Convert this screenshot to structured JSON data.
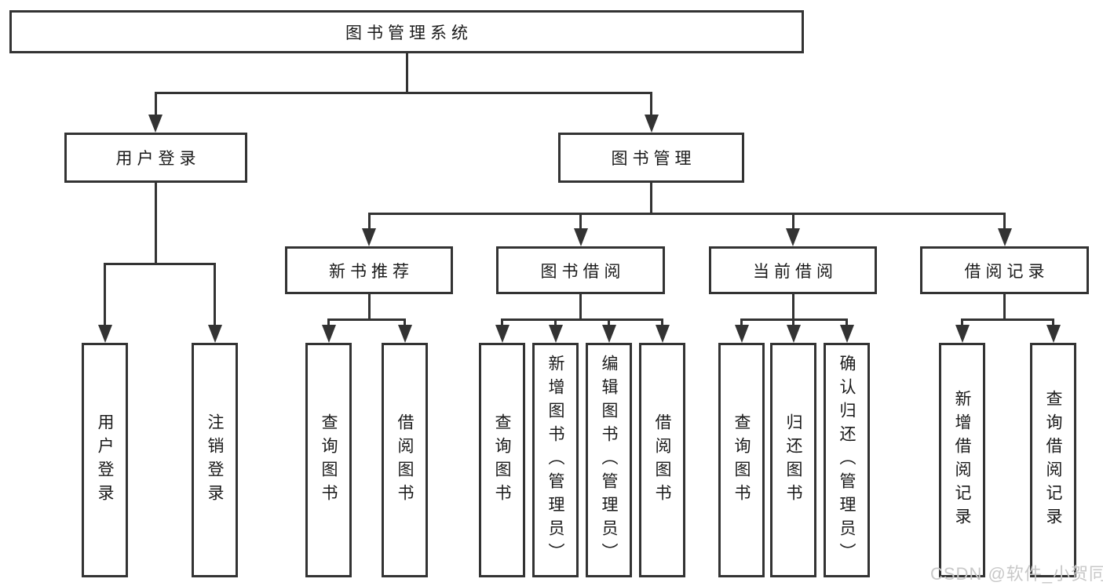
{
  "tree": {
    "root": {
      "label": "图书管理系统",
      "children": [
        {
          "label": "用户登录",
          "children": [
            {
              "label": "用户登录"
            },
            {
              "label": "注销登录"
            }
          ]
        },
        {
          "label": "图书管理",
          "children": [
            {
              "label": "新书推荐",
              "children": [
                {
                  "label": "查询图书"
                },
                {
                  "label": "借阅图书"
                }
              ]
            },
            {
              "label": "图书借阅",
              "children": [
                {
                  "label": "查询图书"
                },
                {
                  "label": "新增图书（管理员）"
                },
                {
                  "label": "编辑图书（管理员）"
                },
                {
                  "label": "借阅图书"
                }
              ]
            },
            {
              "label": "当前借阅",
              "children": [
                {
                  "label": "查询图书"
                },
                {
                  "label": "归还图书"
                },
                {
                  "label": "确认归还（管理员）"
                }
              ]
            },
            {
              "label": "借阅记录",
              "children": [
                {
                  "label": "新增借阅记录"
                },
                {
                  "label": "查询借阅记录"
                }
              ]
            }
          ]
        }
      ]
    }
  },
  "watermark": "CSDN @软件_小贺同学",
  "colors": {
    "line": "#333333",
    "text": "#1a1a1a",
    "watermark": "#c8c8c8",
    "background": "#ffffff"
  }
}
